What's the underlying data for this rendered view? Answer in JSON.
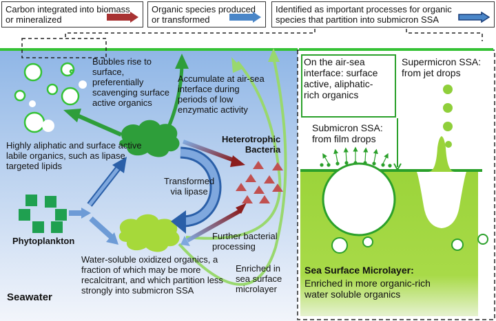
{
  "legend": [
    {
      "line1": "Carbon integrated into biomass",
      "line2": "or mineralized",
      "color": "#a83232"
    },
    {
      "line1": "Organic species produced",
      "line2": "or transformed",
      "color": "#4a86c8"
    },
    {
      "line1": "Identified as important processes for organic",
      "line2": "species that partition into submicron SSA",
      "color": "#2a5fa8"
    }
  ],
  "colors": {
    "seawater_top": "#8fb6e6",
    "seawater_bottom": "#f2f5fb",
    "surface_line": "#35c235",
    "organics": "#2e9e3a",
    "organics_light": "#a6d93a",
    "microlayer": "#9fd43c",
    "bacteria": "#c05050",
    "phytoplankton": "#1fa050"
  },
  "labels": {
    "bubbles": [
      "Bubbles rise to",
      "surface,",
      "preferentially",
      "scavenging surface",
      "active organics"
    ],
    "accumulate": [
      "Accumulate at air-sea",
      "interface during",
      "periods of low",
      "enzymatic activity"
    ],
    "aliphatic": [
      "Highly aliphatic and surface active",
      "labile organics, such as lipase",
      "targeted lipids"
    ],
    "bacteria": [
      "Heterotrophic",
      "Bacteria"
    ],
    "transformed": [
      "Transformed",
      "via lipase"
    ],
    "further": [
      "Further bacterial",
      "processing"
    ],
    "phytoplankton": "Phytoplankton",
    "water_soluble": [
      "Water-soluble oxidized organics, a",
      "fraction of which may be more",
      "recalcitrant, and which partition less",
      "strongly into submicron SSA"
    ],
    "enriched": [
      "Enriched in",
      "sea surface",
      "microlayer"
    ],
    "seawater": "Seawater"
  },
  "inset": {
    "air_sea": [
      "On the air-sea",
      "interface: surface",
      "active, aliphatic-",
      "rich organics"
    ],
    "supermicron": [
      "Supermicron SSA:",
      "from jet drops"
    ],
    "submicron": [
      "Submicron SSA:",
      "from film drops"
    ],
    "microlayer_title": "Sea Surface Microlayer:",
    "microlayer_desc": [
      "Enriched in more organic-rich",
      "water soluble organics"
    ]
  }
}
